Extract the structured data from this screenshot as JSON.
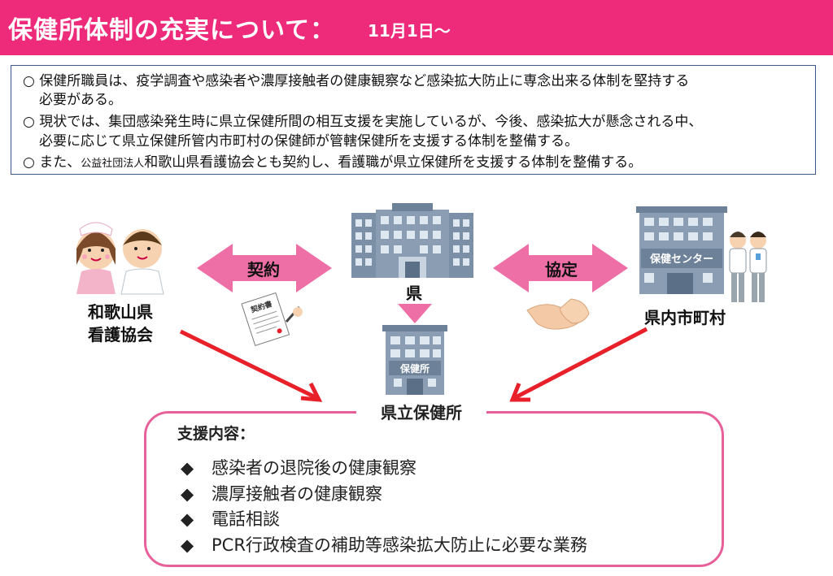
{
  "title": {
    "main": "保健所体制の充実について：",
    "sub": "11月1日～"
  },
  "info": {
    "line1": "○ 保健所職員は、疫学調査や感染者や濃厚接触者の健康観察など感染拡大防止に専念出来る体制を堅持する",
    "line1b": "必要がある。",
    "line2": "○ 現状では、集団感染発生時に県立保健所間の相互支援を実施しているが、今後、感染拡大が懸念される中、",
    "line2b": "必要に応じて県立保健所管内市町村の保健師が管轄保健所を支援する体制を整備する。",
    "line3a": "○ また、",
    "line3small": "公益社団法人",
    "line3b": "和歌山県看護協会とも契約し、看護職が県立保健所を支援する体制を整備する。"
  },
  "diagram": {
    "nurse_assoc_line1": "和歌山県",
    "nurse_assoc_line2": "看護協会",
    "contract_label": "契約",
    "agreement_label": "協定",
    "prefecture_label": "県",
    "municipality_label": "県内市町村",
    "center_building_sign": "保健センター",
    "health_center_sign": "保健所",
    "contract_doc_label": "契約書",
    "target_label": "県立保健所"
  },
  "support": {
    "heading": "支援内容：",
    "items": [
      "感染者の退院後の健康観察",
      "濃厚接触者の健康観察",
      "電話相談",
      "PCR行政検査の補助等感染拡大防止に必要な業務"
    ],
    "bullet": "◆"
  },
  "colors": {
    "title_bg": "#ee2a7b",
    "arrow_pink": "#ee6fa6",
    "arrow_red": "#e8202a",
    "box_border": "#e8609a"
  }
}
